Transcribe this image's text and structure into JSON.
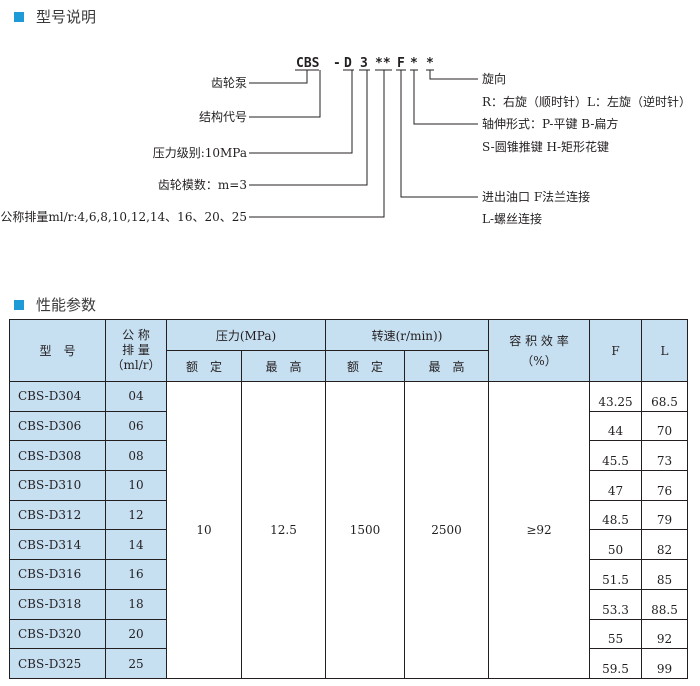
{
  "section1": {
    "title": "型号说明"
  },
  "code": {
    "parts": [
      "CBS",
      "-",
      "D",
      "3",
      "**",
      "F",
      "*",
      "*"
    ]
  },
  "labels_left": [
    "齿轮泵",
    "结构代号",
    "压力级别:10MPa",
    "齿轮模数：m=3",
    "公称排量ml/r:4,6,8,10,12,14、16、20、25"
  ],
  "labels_right": [
    "旋向",
    "R：右旋（顺时针）L：左旋（逆时针）",
    "轴伸形式：P-平键 B-扁方",
    "S-圆锥推键 H-矩形花键",
    "进出油口 F法兰连接",
    "L-螺丝连接"
  ],
  "section2": {
    "title": "性能参数"
  },
  "table": {
    "headers": {
      "model": "型　号",
      "disp_l1": "公 称",
      "disp_l2": "排 量",
      "disp_l3": "（ml/r）",
      "pressure": "压力(MPa)",
      "rated": "额　定",
      "max": "最　高",
      "speed": "转速(r/min))",
      "efficiency_l1": "容 积 效 率",
      "efficiency_l2": "（%）",
      "F": "F",
      "L": "L"
    },
    "merged": {
      "pressure_rated": "10",
      "pressure_max": "12.5",
      "speed_rated": "1500",
      "speed_max": "2500",
      "efficiency": "≥92"
    },
    "rows": [
      {
        "model": "CBS-D304",
        "disp": "04",
        "F": "43.25",
        "L": "68.5"
      },
      {
        "model": "CBS-D306",
        "disp": "06",
        "F": "44",
        "L": "70"
      },
      {
        "model": "CBS-D308",
        "disp": "08",
        "F": "45.5",
        "L": "73"
      },
      {
        "model": "CBS-D310",
        "disp": "10",
        "F": "47",
        "L": "76"
      },
      {
        "model": "CBS-D312",
        "disp": "12",
        "F": "48.5",
        "L": "79"
      },
      {
        "model": "CBS-D314",
        "disp": "14",
        "F": "50",
        "L": "82"
      },
      {
        "model": "CBS-D316",
        "disp": "16",
        "F": "51.5",
        "L": "85"
      },
      {
        "model": "CBS-D318",
        "disp": "18",
        "F": "53.3",
        "L": "88.5"
      },
      {
        "model": "CBS-D320",
        "disp": "20",
        "F": "55",
        "L": "92"
      },
      {
        "model": "CBS-D325",
        "disp": "25",
        "F": "59.5",
        "L": "99"
      }
    ]
  }
}
